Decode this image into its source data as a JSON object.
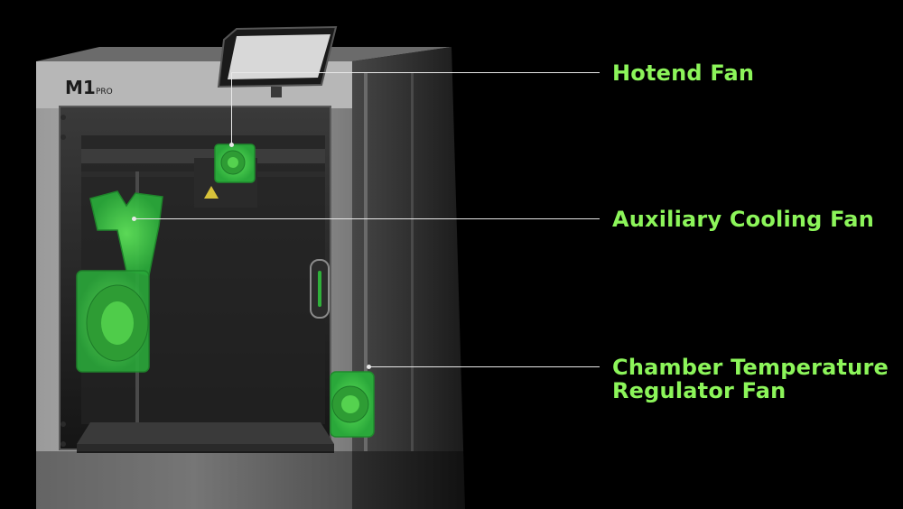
{
  "brand": {
    "model": "M1",
    "suffix": "PRO"
  },
  "callouts": [
    {
      "id": "hotend",
      "label_lines": [
        "Hotend Fan"
      ]
    },
    {
      "id": "aux",
      "label_lines": [
        "Auxiliary Cooling Fan"
      ]
    },
    {
      "id": "chamber",
      "label_lines": [
        "Chamber Temperature",
        "Regulator Fan"
      ]
    }
  ],
  "colors": {
    "accent_green": "#8cf55a",
    "fan_green": "#35c23a",
    "background": "#000000",
    "line": "#e8e8e8"
  }
}
